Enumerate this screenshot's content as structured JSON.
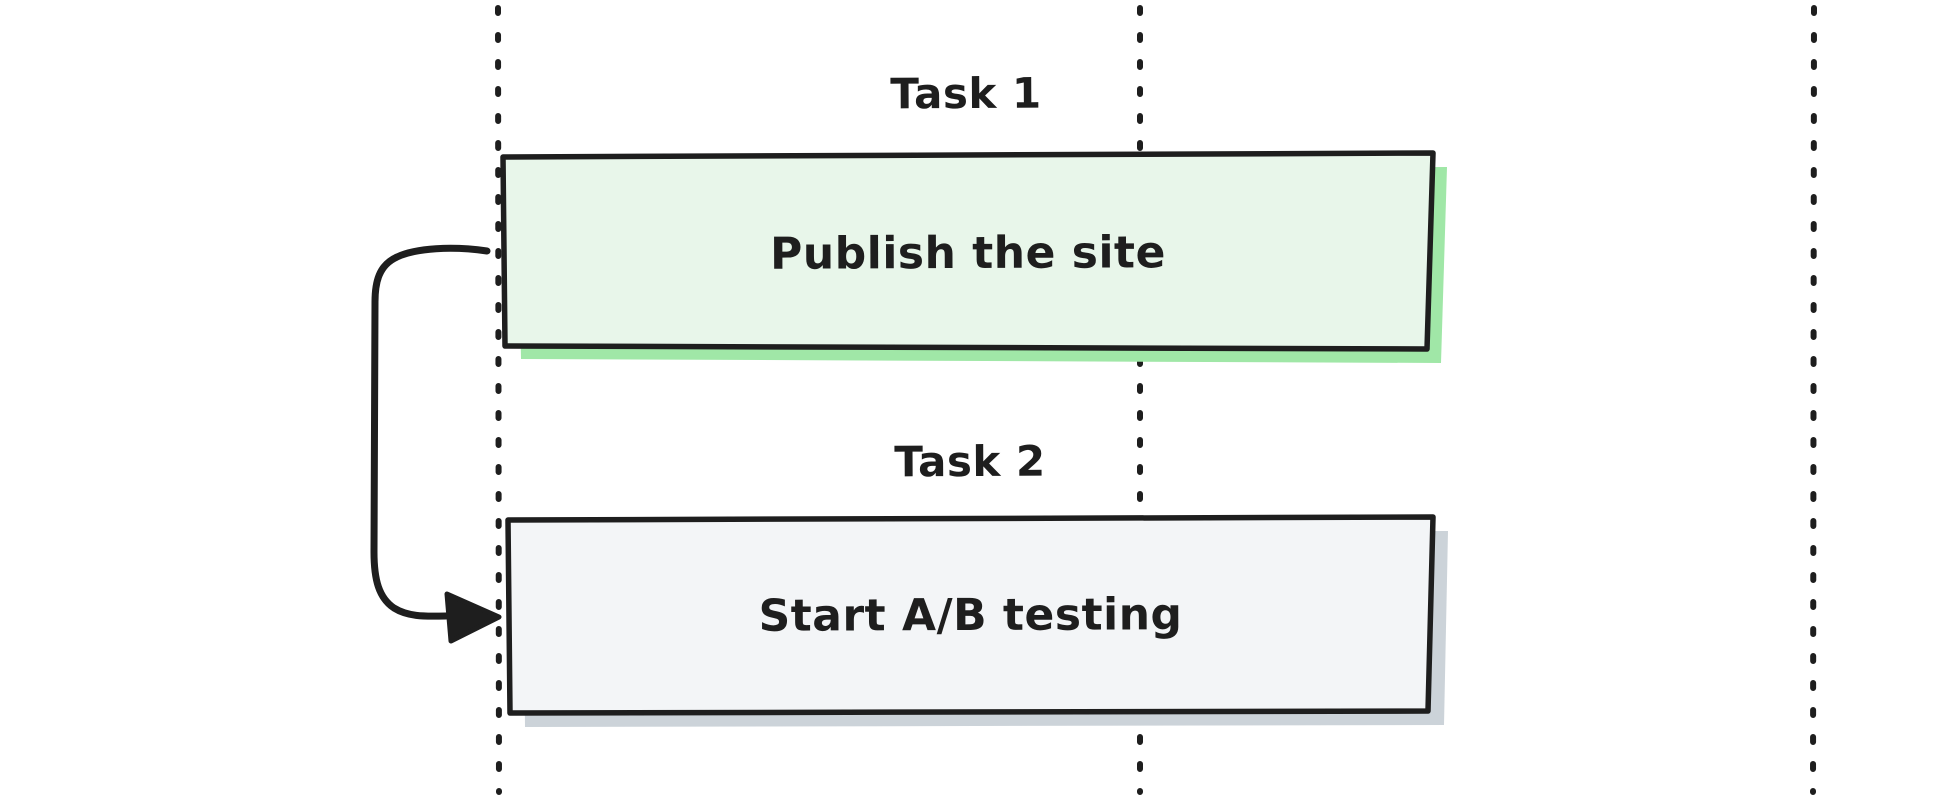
{
  "colors": {
    "background": "#ffffff",
    "ink": "#1e1e1e"
  },
  "diagram": {
    "tasks": [
      {
        "label": "Task 1",
        "title": "Publish the site",
        "fill": "#e8f6ea",
        "shadow": "#a0e7a7"
      },
      {
        "label": "Task 2",
        "title": "Start A/B testing",
        "fill": "#f3f5f7",
        "shadow": "#ccd3d9"
      }
    ],
    "connector": {
      "type": "arrow",
      "from": "Task 1",
      "to": "Task 2"
    }
  }
}
